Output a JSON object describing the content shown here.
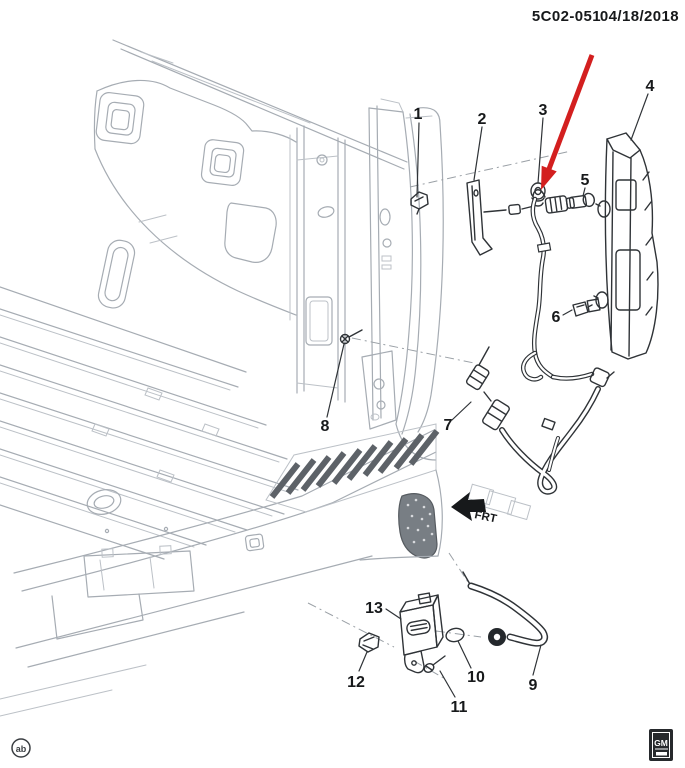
{
  "header": {
    "drawing_number": "5C02-051",
    "date": "04/18/2018"
  },
  "callouts": [
    {
      "label": "1"
    },
    {
      "label": "2"
    },
    {
      "label": "3"
    },
    {
      "label": "4"
    },
    {
      "label": "5"
    },
    {
      "label": "6"
    },
    {
      "label": "7"
    },
    {
      "label": "8"
    },
    {
      "label": "9"
    },
    {
      "label": "10"
    },
    {
      "label": "11"
    },
    {
      "label": "12"
    },
    {
      "label": "13"
    }
  ],
  "labels": {
    "frt": "FRT",
    "corner_mark": "ab",
    "logo": "GM"
  },
  "colors": {
    "arrow_red": "#d31f1f",
    "part_line": "#2f3337",
    "truck_line": "#a6acb3",
    "background": "#ffffff"
  }
}
